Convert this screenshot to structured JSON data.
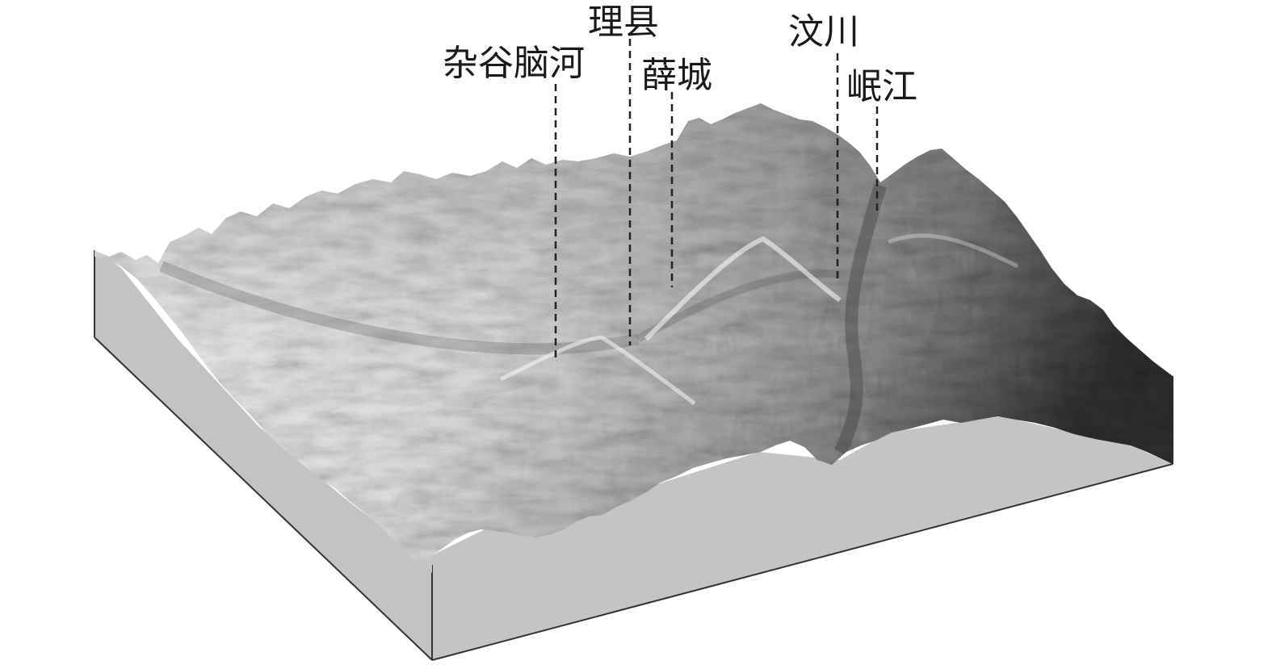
{
  "figure": {
    "labels": {
      "zagunao_river": "杂谷脑河",
      "lixian": "理县",
      "xuecheng": "薛城",
      "wenchuan": "汶川",
      "minjiang": "岷江"
    },
    "colors": {
      "terrain_light": "#f4f4f4",
      "terrain_mid": "#a8a8a8",
      "terrain_dark": "#3a3a3a",
      "block_side": "#c4c4c4",
      "block_edge": "#333333",
      "label_text": "#1a1a1a"
    }
  }
}
